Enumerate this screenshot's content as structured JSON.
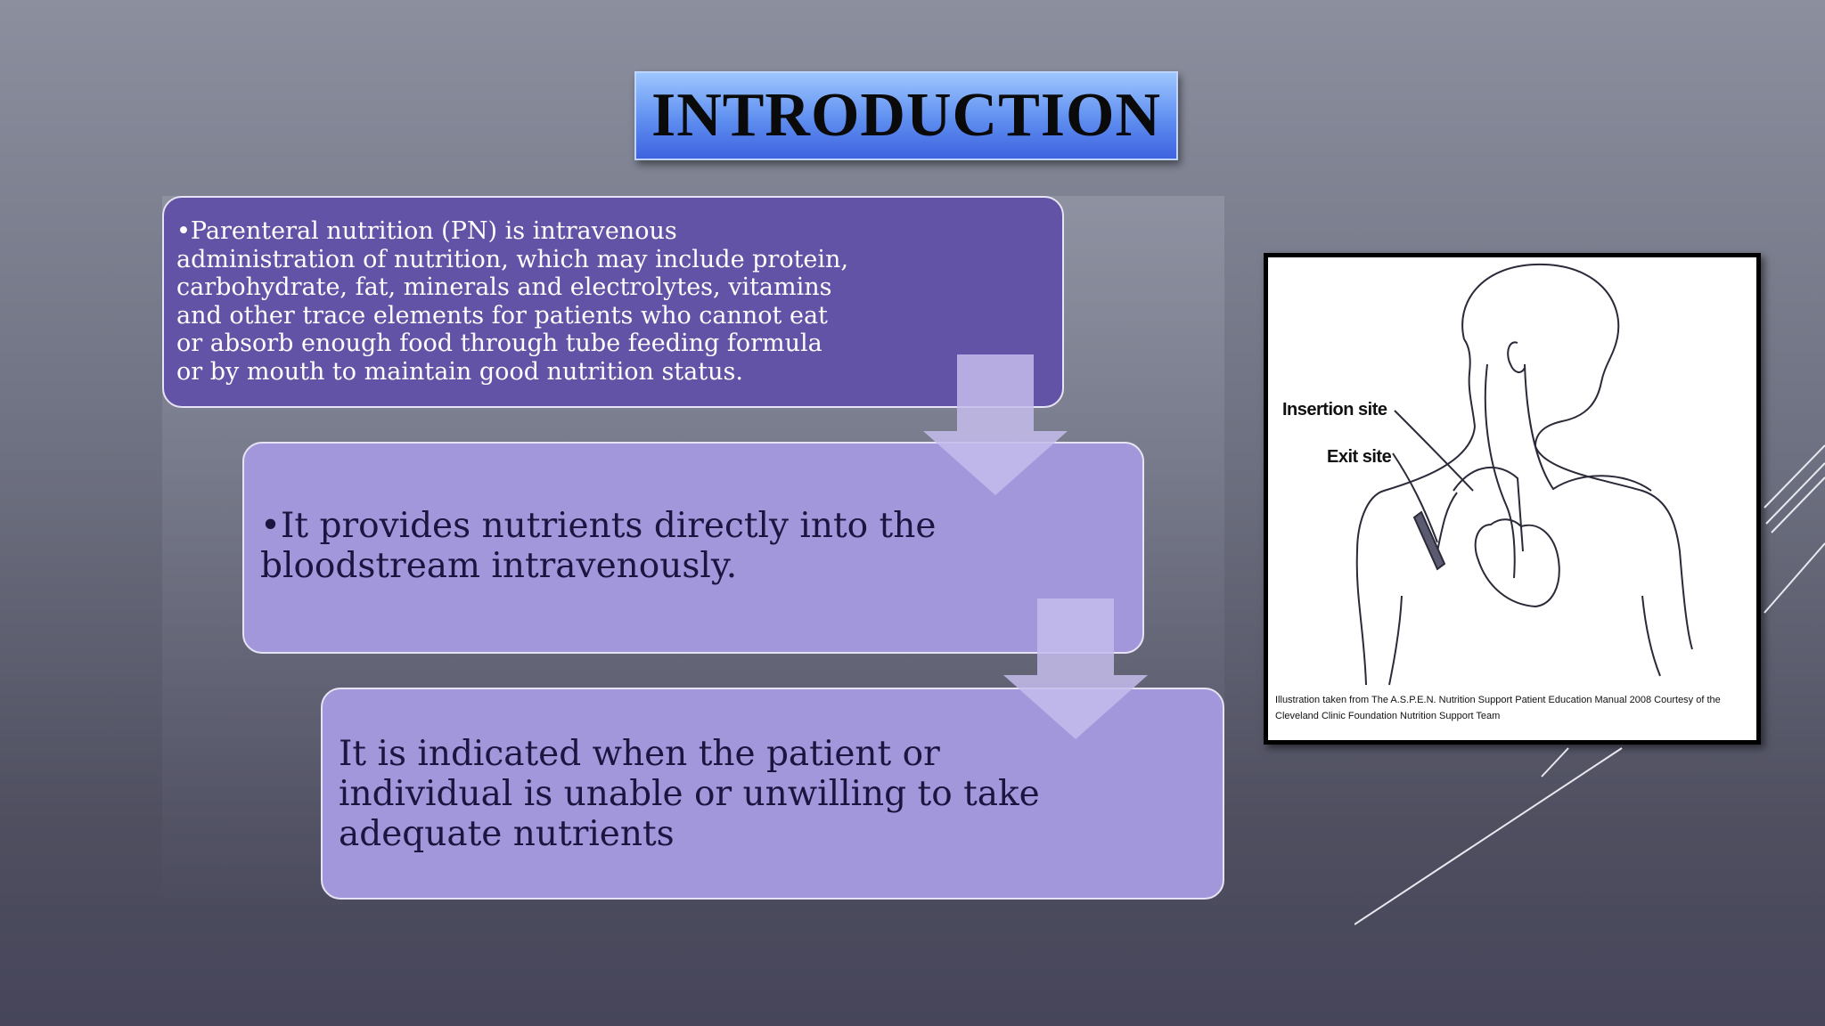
{
  "slide": {
    "title": "INTRODUCTION",
    "steps": [
      {
        "text": "•Parenteral nutrition (PN) is intravenous administration of nutrition, which may include protein, carbohydrate, fat, minerals and electrolytes, vitamins and other trace elements for patients who cannot eat or absorb enough food through tube feeding formula or by mouth to maintain good nutrition status."
      },
      {
        "text": "•It provides nutrients directly into the bloodstream intravenously."
      },
      {
        "text": "It is indicated when the patient or individual is unable or unwilling to take adequate nutrients"
      }
    ],
    "illustration": {
      "label_insertion": "Insertion site",
      "label_exit": "Exit site",
      "caption": "Illustration taken from The A.S.P.E.N. Nutrition Support Patient Education Manual 2008 Courtesy of the Cleveland Clinic Foundation Nutrition Support Team"
    }
  },
  "colors": {
    "step1_fill": "#6353a6",
    "step_fill": "#a397dc",
    "arrow_fill": "#c4bcec",
    "title_gradient_top": "#9ec6ff",
    "title_gradient_bottom": "#3f63e0"
  }
}
